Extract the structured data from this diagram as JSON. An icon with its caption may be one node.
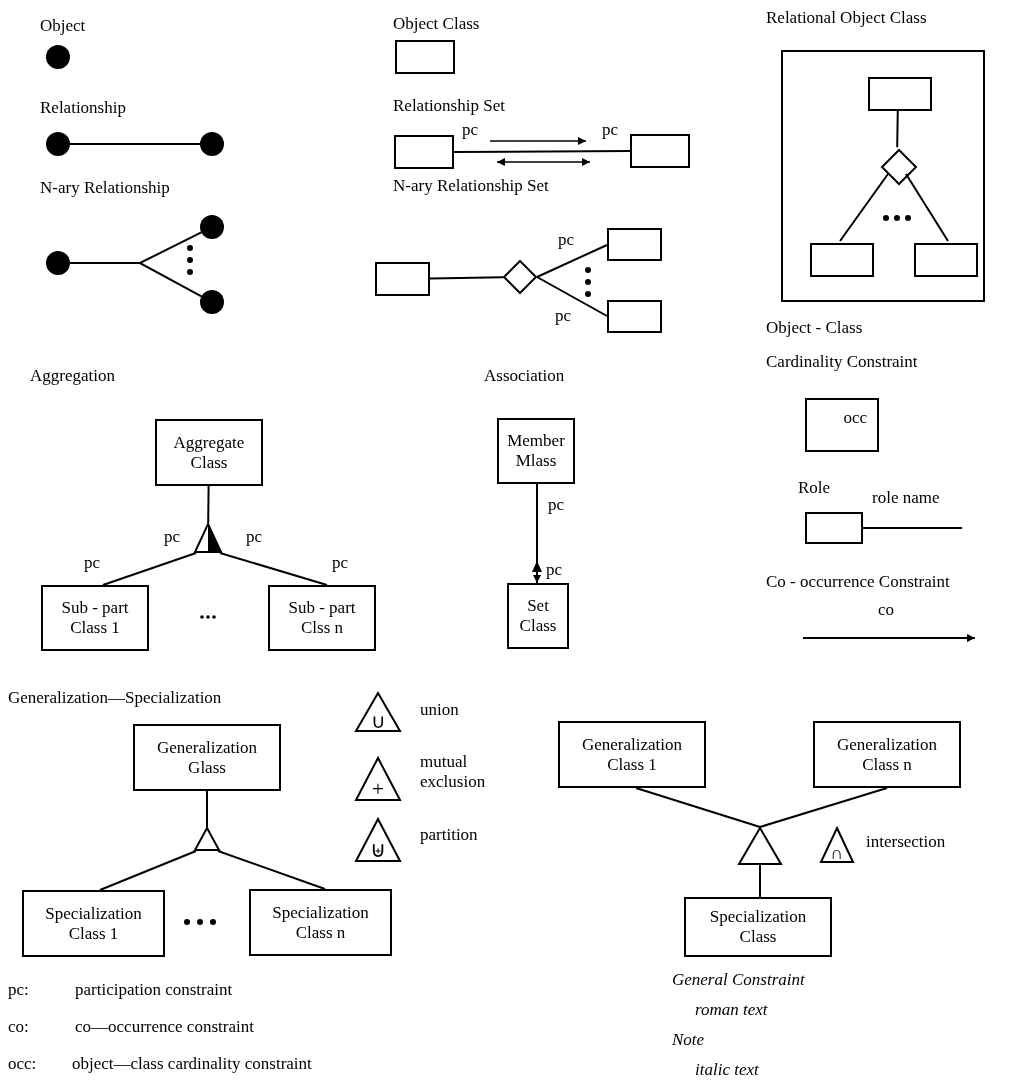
{
  "diagram": {
    "nodes": [
      {
        "text": [],
        "shape": "circle"
      },
      {
        "text": [],
        "shape": "circle"
      },
      {
        "text": [],
        "shape": "circle"
      },
      {
        "text": [],
        "shape": "circle"
      },
      {
        "text": [],
        "shape": "circle"
      },
      {
        "text": [],
        "shape": "circle"
      },
      {
        "text": [],
        "shape": "box"
      },
      {
        "text": [],
        "shape": "box"
      },
      {
        "text": [],
        "shape": "box"
      },
      {
        "text": [],
        "shape": "box"
      },
      {
        "text": [],
        "shape": "diamond"
      },
      {
        "text": [],
        "shape": "box"
      },
      {
        "text": [],
        "shape": "box"
      },
      {
        "text": [
          "Relational Object Class"
        ]
      },
      {
        "text": [],
        "shape": "box",
        "in": 13
      },
      {
        "text": [],
        "shape": "diamond",
        "in": 13
      },
      {
        "text": [],
        "shape": "box",
        "in": 13
      },
      {
        "text": [],
        "shape": "box",
        "in": 13
      },
      {
        "text": [
          "Aggregate Class"
        ]
      },
      {
        "text": [],
        "shape": "triangle"
      },
      {
        "text": [
          "Sub - part Class 1"
        ]
      },
      {
        "text": [
          "Sub - part Clss n"
        ]
      },
      {
        "text": [
          "Member Mlass"
        ]
      },
      {
        "text": [
          "Set Class"
        ]
      },
      {
        "text": [
          "occ"
        ]
      },
      {
        "text": [],
        "shape": "box"
      },
      {
        "text": [
          "Generalization Glass"
        ]
      },
      {
        "text": [],
        "shape": "triangle"
      },
      {
        "text": [
          "Specialization Class 1"
        ]
      },
      {
        "text": [
          "Specialization Class n"
        ]
      },
      {
        "text": [
          "∪"
        ],
        "beside": [
          "union"
        ]
      },
      {
        "text": [
          "+"
        ],
        "beside": [
          "mutual exclusion"
        ]
      },
      {
        "text": [
          "⊎"
        ],
        "beside": [
          "partition"
        ]
      },
      {
        "text": [
          "Generalization Class 1"
        ]
      },
      {
        "text": [
          "Generalization Class n"
        ]
      },
      {
        "text": [],
        "shape": "triangle"
      },
      {
        "text": [
          "∩"
        ],
        "beside": [
          "intersection"
        ]
      },
      {
        "text": [
          "Specialization Class"
        ]
      }
    ],
    "edges": [
      {
        "from": 1,
        "to": 2,
        "arrow": "none"
      },
      {
        "from": 3,
        "to": 4,
        "arrow": "none"
      },
      {
        "from": 3,
        "to": 5,
        "arrow": "none"
      },
      {
        "from": 7,
        "to": 8,
        "arrow": "none"
      },
      {
        "from": 9,
        "to": 10,
        "arrow": "none"
      },
      {
        "from": 10,
        "to": 11,
        "arrow": "none",
        "label": "pc"
      },
      {
        "from": 10,
        "to": 12,
        "arrow": "none",
        "label": "pc"
      },
      {
        "from": 14,
        "to": 15,
        "arrow": "none"
      },
      {
        "from": 15,
        "to": 16,
        "arrow": "none"
      },
      {
        "from": 15,
        "to": 17,
        "arrow": "none"
      },
      {
        "from": 18,
        "to": 19,
        "arrow": "none"
      },
      {
        "from": 19,
        "to": 20,
        "arrow": "none",
        "label": "pc"
      },
      {
        "from": 19,
        "to": 21,
        "arrow": "none",
        "label": "pc"
      },
      {
        "from": 22,
        "to": 23,
        "arrow": "to",
        "label": "pc"
      },
      {
        "from": 25,
        "to": null,
        "arrow": "none",
        "label": "role name"
      },
      {
        "from": 26,
        "to": 27,
        "arrow": "none"
      },
      {
        "from": 27,
        "to": 28,
        "arrow": "none"
      },
      {
        "from": 27,
        "to": 29,
        "arrow": "none"
      },
      {
        "from": 33,
        "to": 35,
        "arrow": "none"
      },
      {
        "from": 34,
        "to": 35,
        "arrow": "none"
      },
      {
        "from": 35,
        "to": 37,
        "arrow": "none"
      }
    ],
    "labels": [
      "Object",
      "Object Class",
      "Relationship",
      "Relationship Set",
      "pc",
      "pc",
      "N-ary Relationship",
      "N-ary Relationship Set",
      "Object - Class",
      "Cardinality Constraint",
      "Aggregation",
      "Association",
      "pc",
      "pc",
      "pc",
      "Role",
      "Co - occurrence Constraint",
      "co",
      "Generalization—Specialization",
      "pc:",
      "participation constraint",
      "co:",
      "co—occurrence constraint",
      "occ:",
      "object—class cardinality constraint",
      "General Constraint",
      "roman text",
      "Note",
      "italic text"
    ]
  }
}
